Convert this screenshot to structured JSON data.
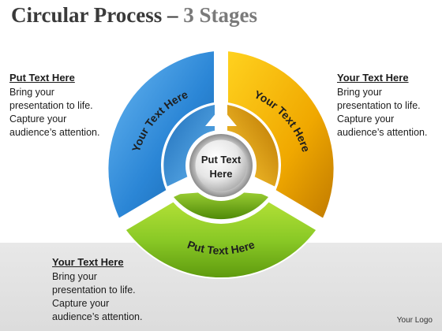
{
  "title": {
    "main": "Circular Process – ",
    "sub": "3 Stages"
  },
  "callouts": {
    "left": {
      "heading": "Put Text Here",
      "lines": [
        "Bring your",
        "presentation to life.",
        "Capture your",
        "audience’s attention."
      ]
    },
    "right": {
      "heading": "Your Text Here",
      "lines": [
        "Bring your",
        "presentation to life.",
        "Capture your",
        "audience’s attention."
      ]
    },
    "bottom": {
      "heading": "Your Text Here",
      "lines": [
        "Bring your",
        "presentation to life.",
        "Capture your",
        "audience’s attention."
      ]
    }
  },
  "diagram": {
    "segments": [
      {
        "label": "Your Text Here",
        "color": "#2b86d6"
      },
      {
        "label": "Your Text Here",
        "color": "#f0a800"
      },
      {
        "label": "Put Text Here",
        "color": "#7bbd1a"
      }
    ],
    "center": {
      "line1": "Put Text",
      "line2": "Here"
    }
  },
  "logo": "Your Logo"
}
